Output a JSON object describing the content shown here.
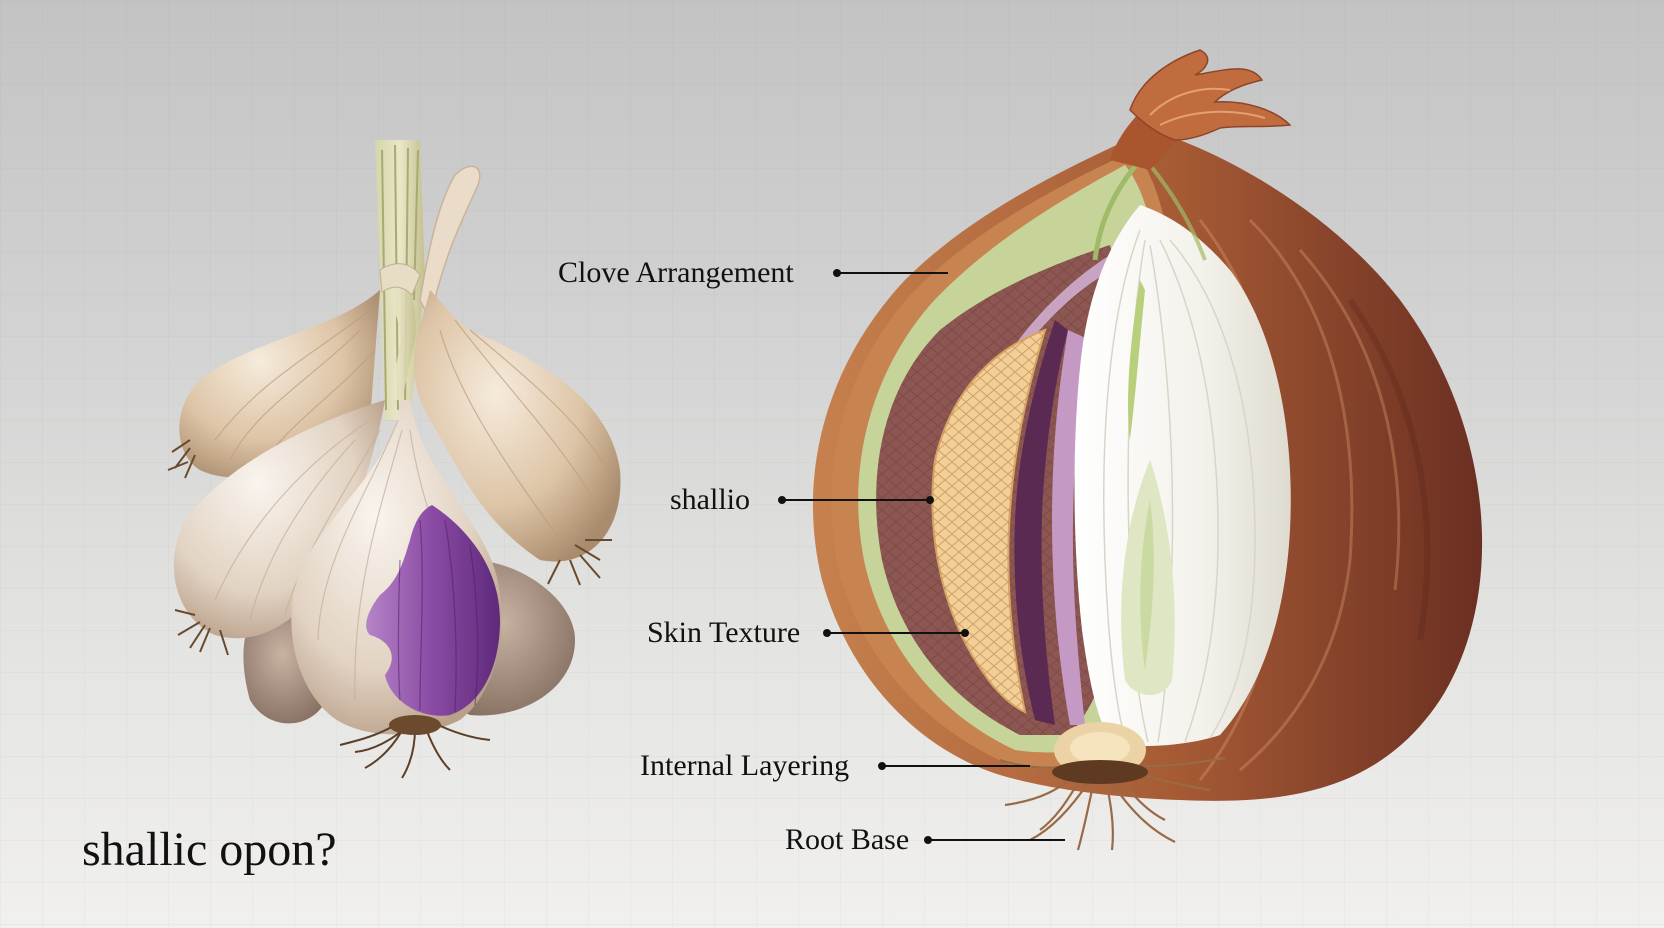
{
  "labels": {
    "clove_arrangement": "Clove Arrangement",
    "shallio": "shallio",
    "skin_texture": "Skin Texture",
    "internal_layering": "Internal Layering",
    "root_base": "Root Base"
  },
  "caption": "shallic opon?"
}
